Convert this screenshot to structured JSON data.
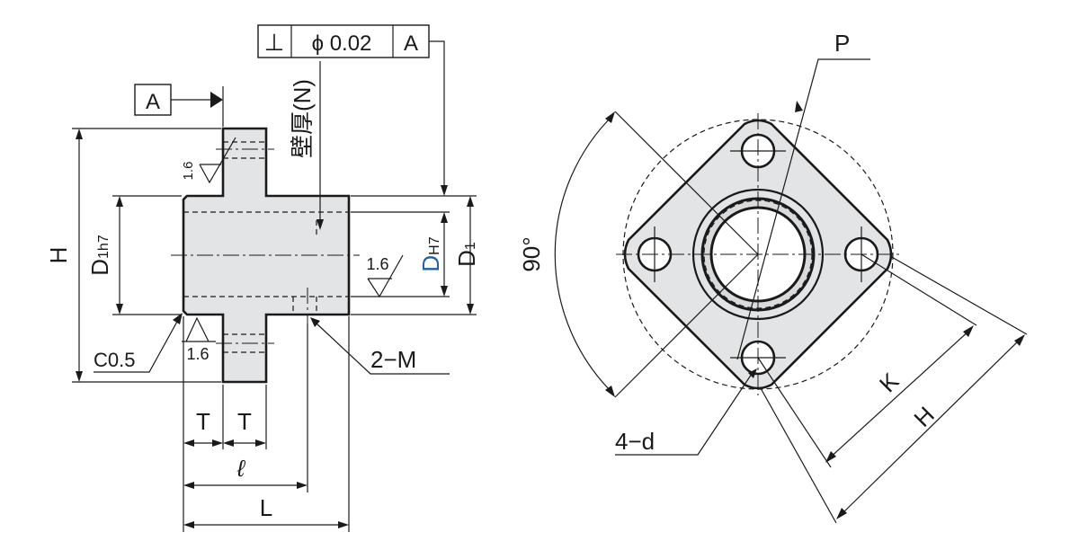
{
  "labels": {
    "fcf_symbol": "⊥",
    "fcf_tolerance": "ϕ 0.02",
    "fcf_datum": "A",
    "datum_box": "A",
    "wall_thickness": "壁厚(N)",
    "H_side": "H",
    "D_shaft_main": "D",
    "D_shaft_sub": "1h7",
    "D_bore_main": "D",
    "D_bore_sub": "H7",
    "D1_main": "D",
    "D1_sub": "1",
    "finish_top": "1.6",
    "finish_right": "1.6",
    "finish_bottom": "1.6",
    "chamfer": "C0.5",
    "tap": "2−M",
    "T_left": "T",
    "T_right": "T",
    "ell": "ℓ",
    "L": "L",
    "P": "P",
    "angle": "90°",
    "holes": "4−d",
    "K": "K",
    "H_front": "H"
  },
  "colors": {
    "line": "#1a1a1a",
    "body": "#e3e4e6",
    "bore_label": "#1f5fa8"
  }
}
